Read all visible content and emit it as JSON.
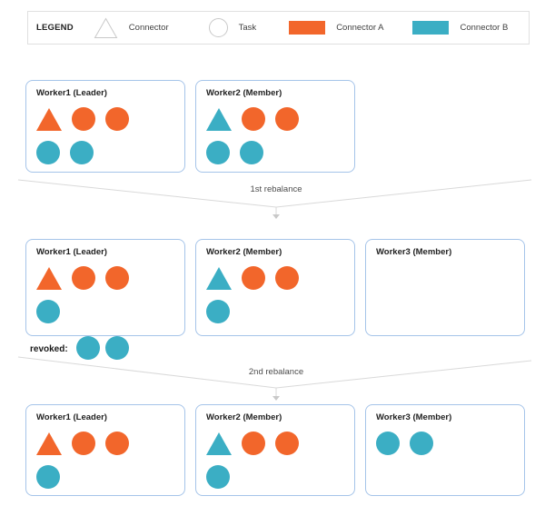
{
  "legend": {
    "title": "LEGEND",
    "items": [
      {
        "shape": "triangle-outline",
        "label": "Connector"
      },
      {
        "shape": "circle-outline",
        "label": "Task"
      },
      {
        "shape": "swatch",
        "color_key": "connector_a",
        "label": "Connector A"
      },
      {
        "shape": "swatch",
        "color_key": "connector_b",
        "label": "Connector B"
      }
    ]
  },
  "colors": {
    "connector_a": "#F2662B",
    "connector_b": "#3BAEC4",
    "worker_border": "#A5C4E9",
    "legend_border": "#E0E0E0",
    "line": "#D9D9D9",
    "arrow": "#C9C9C9"
  },
  "transitions": [
    {
      "label": "1st rebalance"
    },
    {
      "label": "2nd rebalance"
    }
  ],
  "revoked": {
    "label": "revoked:",
    "shapes": [
      {
        "shape": "circle",
        "color": "b"
      },
      {
        "shape": "circle",
        "color": "b"
      }
    ]
  },
  "stages": [
    {
      "workers": [
        {
          "title": "Worker1 (Leader)",
          "rows": [
            [
              {
                "shape": "triangle",
                "color": "a"
              },
              {
                "shape": "circle",
                "color": "a"
              },
              {
                "shape": "circle",
                "color": "a"
              }
            ],
            [
              {
                "shape": "circle",
                "color": "b"
              },
              {
                "shape": "circle",
                "color": "b"
              }
            ]
          ]
        },
        {
          "title": "Worker2 (Member)",
          "rows": [
            [
              {
                "shape": "triangle",
                "color": "b"
              },
              {
                "shape": "circle",
                "color": "a"
              },
              {
                "shape": "circle",
                "color": "a"
              }
            ],
            [
              {
                "shape": "circle",
                "color": "b"
              },
              {
                "shape": "circle",
                "color": "b"
              }
            ]
          ]
        }
      ]
    },
    {
      "workers": [
        {
          "title": "Worker1 (Leader)",
          "rows": [
            [
              {
                "shape": "triangle",
                "color": "a"
              },
              {
                "shape": "circle",
                "color": "a"
              },
              {
                "shape": "circle",
                "color": "a"
              }
            ],
            [
              {
                "shape": "circle",
                "color": "b"
              }
            ]
          ]
        },
        {
          "title": "Worker2 (Member)",
          "rows": [
            [
              {
                "shape": "triangle",
                "color": "b"
              },
              {
                "shape": "circle",
                "color": "a"
              },
              {
                "shape": "circle",
                "color": "a"
              }
            ],
            [
              {
                "shape": "circle",
                "color": "b"
              }
            ]
          ]
        },
        {
          "title": "Worker3 (Member)",
          "rows": [
            [],
            []
          ]
        }
      ]
    },
    {
      "workers": [
        {
          "title": "Worker1 (Leader)",
          "rows": [
            [
              {
                "shape": "triangle",
                "color": "a"
              },
              {
                "shape": "circle",
                "color": "a"
              },
              {
                "shape": "circle",
                "color": "a"
              }
            ],
            [
              {
                "shape": "circle",
                "color": "b"
              }
            ]
          ]
        },
        {
          "title": "Worker2 (Member)",
          "rows": [
            [
              {
                "shape": "triangle",
                "color": "b"
              },
              {
                "shape": "circle",
                "color": "a"
              },
              {
                "shape": "circle",
                "color": "a"
              }
            ],
            [
              {
                "shape": "circle",
                "color": "b"
              }
            ]
          ]
        },
        {
          "title": "Worker3 (Member)",
          "rows": [
            [
              {
                "shape": "circle",
                "color": "b"
              },
              {
                "shape": "circle",
                "color": "b"
              }
            ],
            []
          ]
        }
      ]
    }
  ]
}
